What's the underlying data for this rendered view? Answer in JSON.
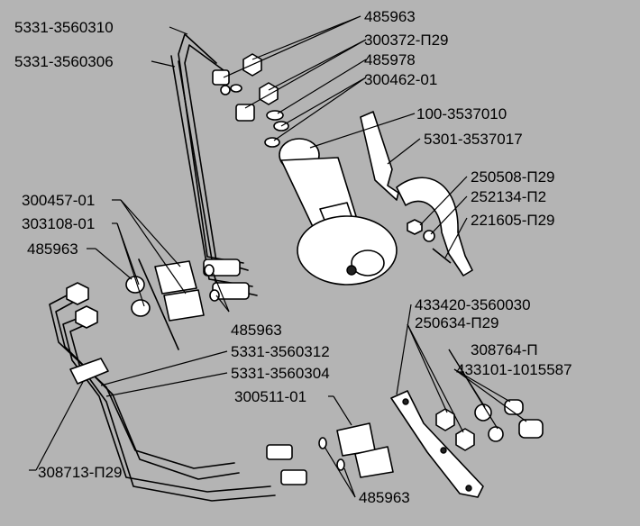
{
  "labels": {
    "top": {
      "l1": "5331-3560310",
      "l2": "5331-3560306",
      "r1": "485963",
      "r2": "300372-П29",
      "r3": "485978",
      "r4": "300462-01"
    },
    "right": {
      "a": "100-3537010",
      "b": "5301-3537017",
      "c": "250508-П29",
      "d": "252134-П2",
      "e": "221605-П29"
    },
    "left": {
      "a": "300457-01",
      "b": "303108-01",
      "c": "485963"
    },
    "middle": {
      "a": "485963",
      "b": "5331-3560312",
      "c": "5331-3560304",
      "d": "300511-01"
    },
    "lowerRight": {
      "a": "433420-3560030",
      "b": "250634-П29",
      "c": "308764-П",
      "d": "433101-1015587"
    },
    "bottom": {
      "a": "308713-П29",
      "b": "485963"
    }
  }
}
